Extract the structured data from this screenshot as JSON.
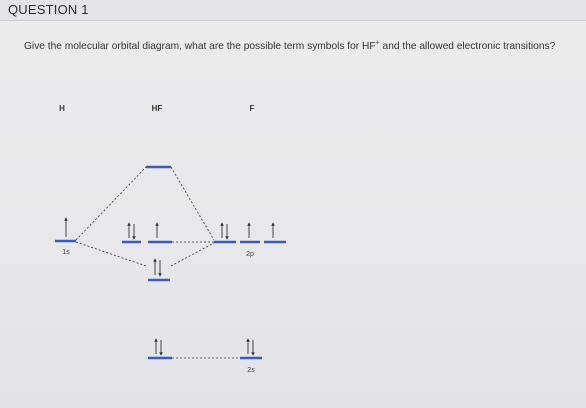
{
  "question": {
    "heading": "QUESTION 1",
    "text_before": "Give the molecular orbital diagram, what are the possible term symbols for HF",
    "superscript": "+",
    "text_after": " and the allowed electronic transitions?"
  },
  "diagram": {
    "columns": {
      "h": "H",
      "hf": "HF",
      "f": "F"
    },
    "orbital_labels": {
      "h_1s": "1s",
      "f_2p": "2p",
      "f_2s": "2s"
    },
    "colors": {
      "level": "#3c5bbf",
      "text": "#333333"
    }
  }
}
